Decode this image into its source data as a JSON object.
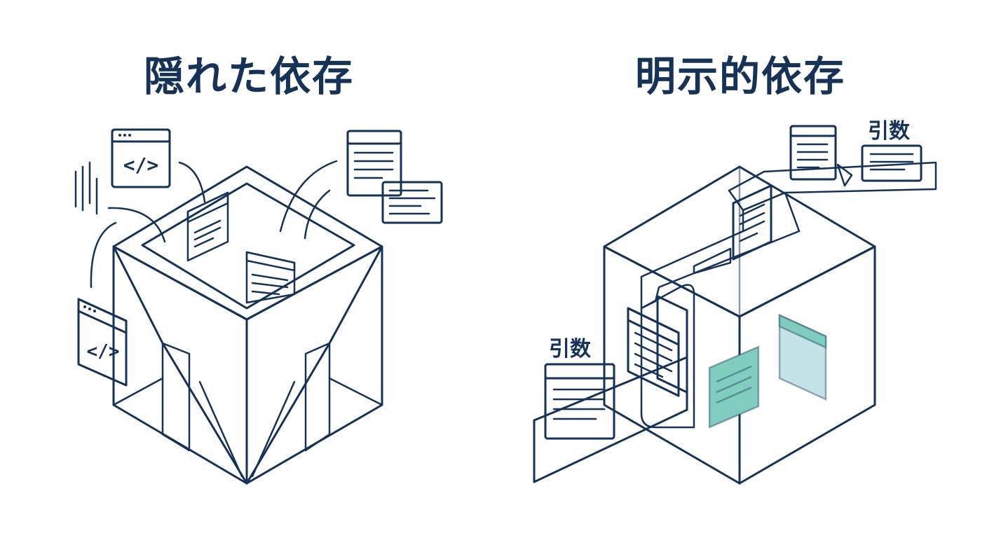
{
  "left_panel": {
    "title": "隠れた依存",
    "code_icon_text": "</>"
  },
  "right_panel": {
    "title": "明示的依存",
    "argument_label": "引数"
  },
  "colors": {
    "navy": "#163257",
    "blue": "#2f78d4",
    "teal": "#35b8a8",
    "glass": "#d8eef0",
    "pale_blue": "#dbe8f4"
  }
}
